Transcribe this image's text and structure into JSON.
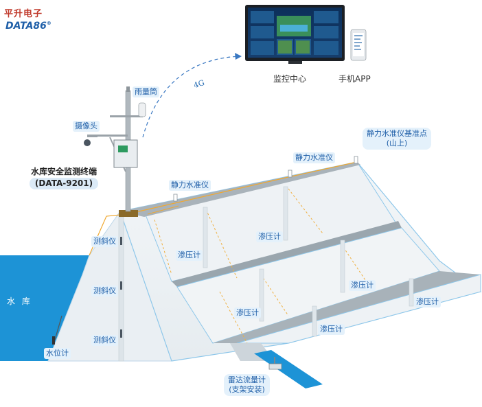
{
  "logo": {
    "line1": "平升电子",
    "line2": "DATA86",
    "reg": "®"
  },
  "monitor_center": "监控中心",
  "mobile_app": "手机APP",
  "network_label": "4G",
  "rain_gauge": "雨量筒",
  "camera": "摄像头",
  "terminal": {
    "title": "水库安全监测终端",
    "model": "(DATA-9201)"
  },
  "benchmark": {
    "title": "静力水准仪基准点",
    "note": "(山上)"
  },
  "leveling_1": "静力水准仪",
  "leveling_2": "静力水准仪",
  "inclinometers": [
    "测斜仪",
    "测斜仪",
    "测斜仪"
  ],
  "reservoir": "水 库",
  "water_level": "水位计",
  "piezometers": [
    "渗压计",
    "渗压计",
    "渗压计",
    "渗压计",
    "渗压计",
    "渗压计"
  ],
  "radar": {
    "title": "雷达流量计",
    "note": "(支架安装)"
  },
  "colors": {
    "water": "#1d93d6",
    "dam": "#eef2f5",
    "dam_edge": "#8ec7ea",
    "label_bg": "#e4f1fb",
    "label_text": "#1f5fa8",
    "cable": "#f0a830",
    "link": "#3a78c2"
  }
}
